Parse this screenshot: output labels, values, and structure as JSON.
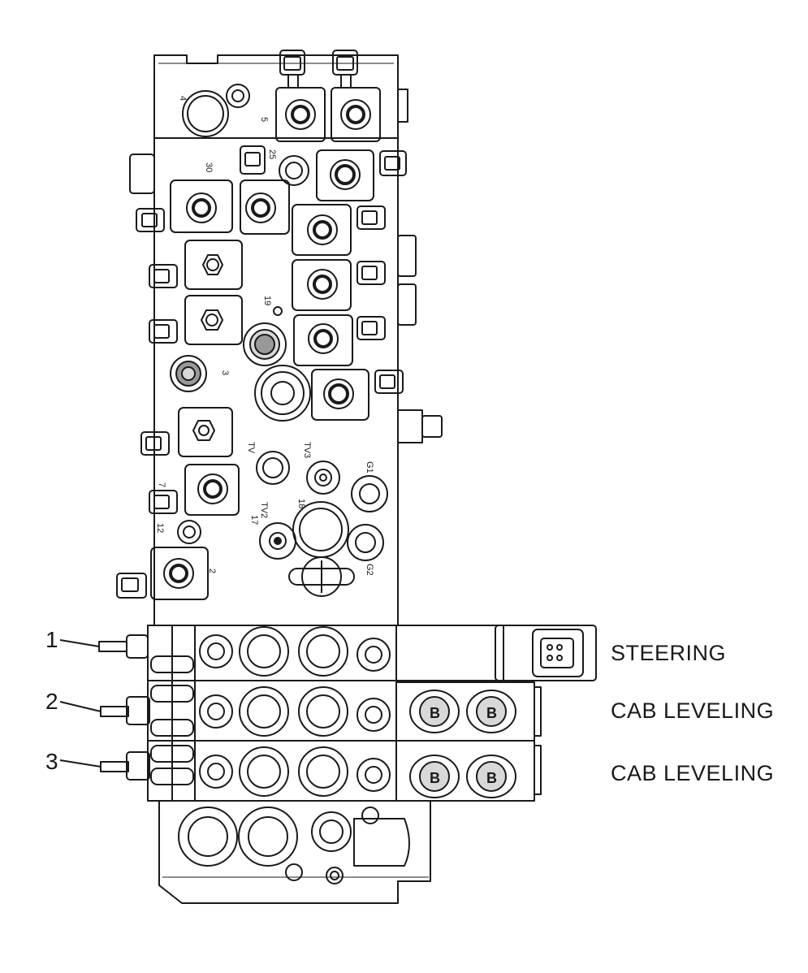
{
  "part_labels": {
    "p4": "4",
    "p5": "5",
    "p30": "30",
    "p25": "25",
    "p19": "19",
    "p3": "3",
    "pTV": "TV",
    "pTV3": "TV3",
    "pG1": "G1",
    "p17": "17",
    "pTV2": "TV2",
    "p18": "18",
    "p2": "2",
    "pG2": "G2",
    "p12": "12",
    "p7": "7"
  },
  "callouts": [
    {
      "number": "1",
      "label": "STEERING"
    },
    {
      "number": "2",
      "label": "CAB LEVELING"
    },
    {
      "number": "3",
      "label": "CAB LEVELING"
    }
  ],
  "colors": {
    "line": "#1a1a1a",
    "fill": "#ffffff",
    "shade": "#d8d8d8"
  }
}
